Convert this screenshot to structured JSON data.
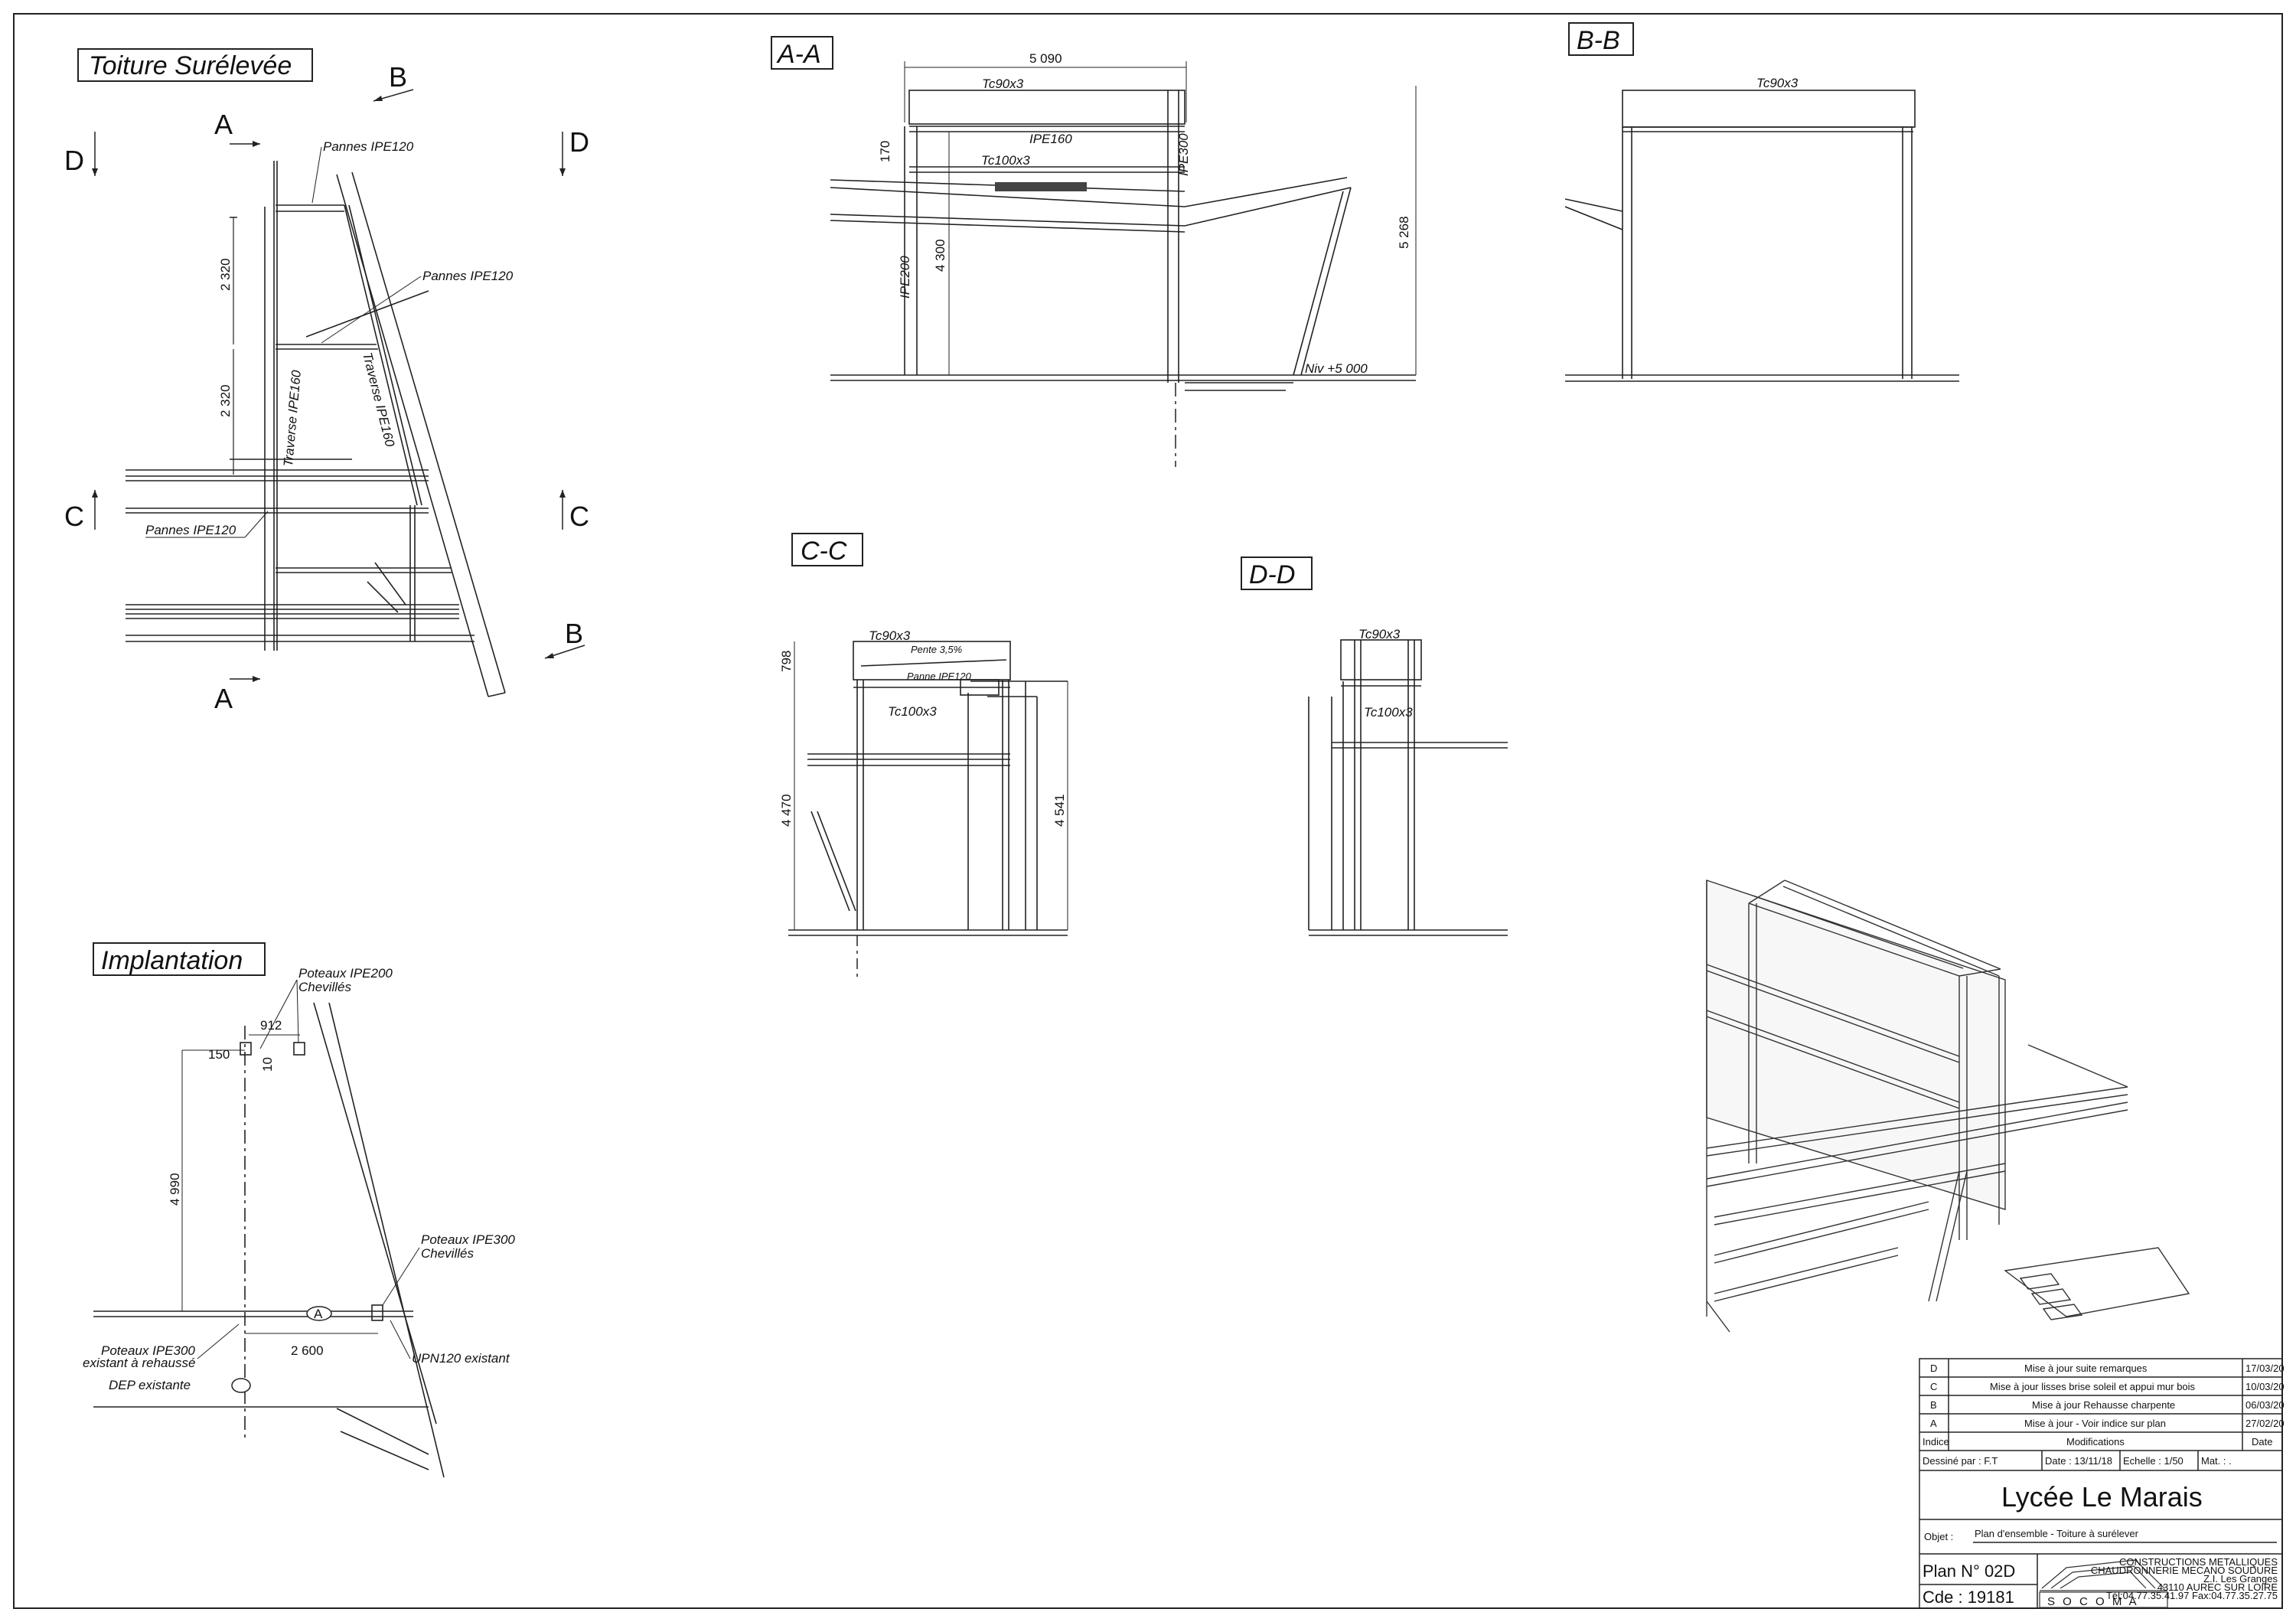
{
  "views": {
    "plan": {
      "title": "Toiture Surélevée",
      "cut_a": "A",
      "cut_b": "B",
      "cut_c": "C",
      "cut_d": "D",
      "dim_1": "2 320",
      "dim_2": "2 320",
      "label_pannes_1": "Pannes IPE120",
      "label_pannes_2": "Pannes IPE120",
      "label_pannes_3": "Pannes IPE120",
      "label_traverse_1": "Traverse IPE160",
      "label_traverse_2": "Traverse IPE160"
    },
    "aa": {
      "title": "A-A",
      "dim_width": "5 090",
      "dim_height": "5 268",
      "dim_col": "4 300",
      "dim_top": "170",
      "label_tc90": "Tc90x3",
      "label_ipe160": "IPE160",
      "label_tc100": "Tc100x3",
      "label_ipe300": "IPE300",
      "label_ipe200": "IPE200",
      "label_level": "Niv +5 000"
    },
    "bb": {
      "title": "B-B",
      "label_tc90": "Tc90x3"
    },
    "cc": {
      "title": "C-C",
      "label_tc90": "Tc90x3",
      "label_tc100": "Tc100x3",
      "label_pente": "Pente 3,5%",
      "label_panne": "Panne IPE120",
      "dim_left_top": "798",
      "dim_left": "4 470",
      "dim_right": "4 541"
    },
    "dd": {
      "title": "D-D",
      "label_tc90": "Tc90x3",
      "label_tc100": "Tc100x3"
    },
    "implantation": {
      "title": "Implantation",
      "label_poteaux_200": "Poteaux IPE200",
      "label_chevilles_1": "Chevillés",
      "label_poteaux_300": "Poteaux IPE300",
      "label_chevilles_2": "Chevillés",
      "label_poteaux_existant_1": "Poteaux IPE300",
      "label_poteaux_existant_2": "existant à rehaussé",
      "label_dep": "DEP existante",
      "label_upn": "UPN120 existant",
      "dim_912": "912",
      "dim_150": "150",
      "dim_10": "10",
      "dim_4990": "4 990",
      "dim_2600": "2 600",
      "marker_a": "A"
    }
  },
  "title_block": {
    "revisions": [
      {
        "index": "D",
        "text": "Mise à jour suite remarques",
        "date": "17/03/20"
      },
      {
        "index": "C",
        "text": "Mise à jour lisses brise soleil et appui mur bois",
        "date": "10/03/20"
      },
      {
        "index": "B",
        "text": "Mise à jour Rehausse charpente",
        "date": "06/03/20"
      },
      {
        "index": "A",
        "text": "Mise à jour - Voir indice sur plan",
        "date": "27/02/20"
      }
    ],
    "hdr_indice": "Indice",
    "hdr_modifications": "Modifications",
    "hdr_date": "Date",
    "drawn_by": "Dessiné par : F.T",
    "date": "Date : 13/11/18",
    "scale": "Echelle : 1/50",
    "material": "Mat. : .",
    "project": "Lycée Le Marais",
    "object_label": "Objet :",
    "object_value": "Plan d'ensemble - Toiture à surélever",
    "plan_no": "Plan N°  02D",
    "order_no": "Cde :  19181",
    "company": "S O C O M A",
    "company_lines": [
      "CONSTRUCTIONS METALLIQUES",
      "CHAUDRONNERIE MECANO SOUDURE",
      "Z.I. Les Granges",
      "43110 AUREC SUR LOIRE",
      "Tél:04.77.35.41.97 Fax:04.77.35.27.75"
    ]
  }
}
